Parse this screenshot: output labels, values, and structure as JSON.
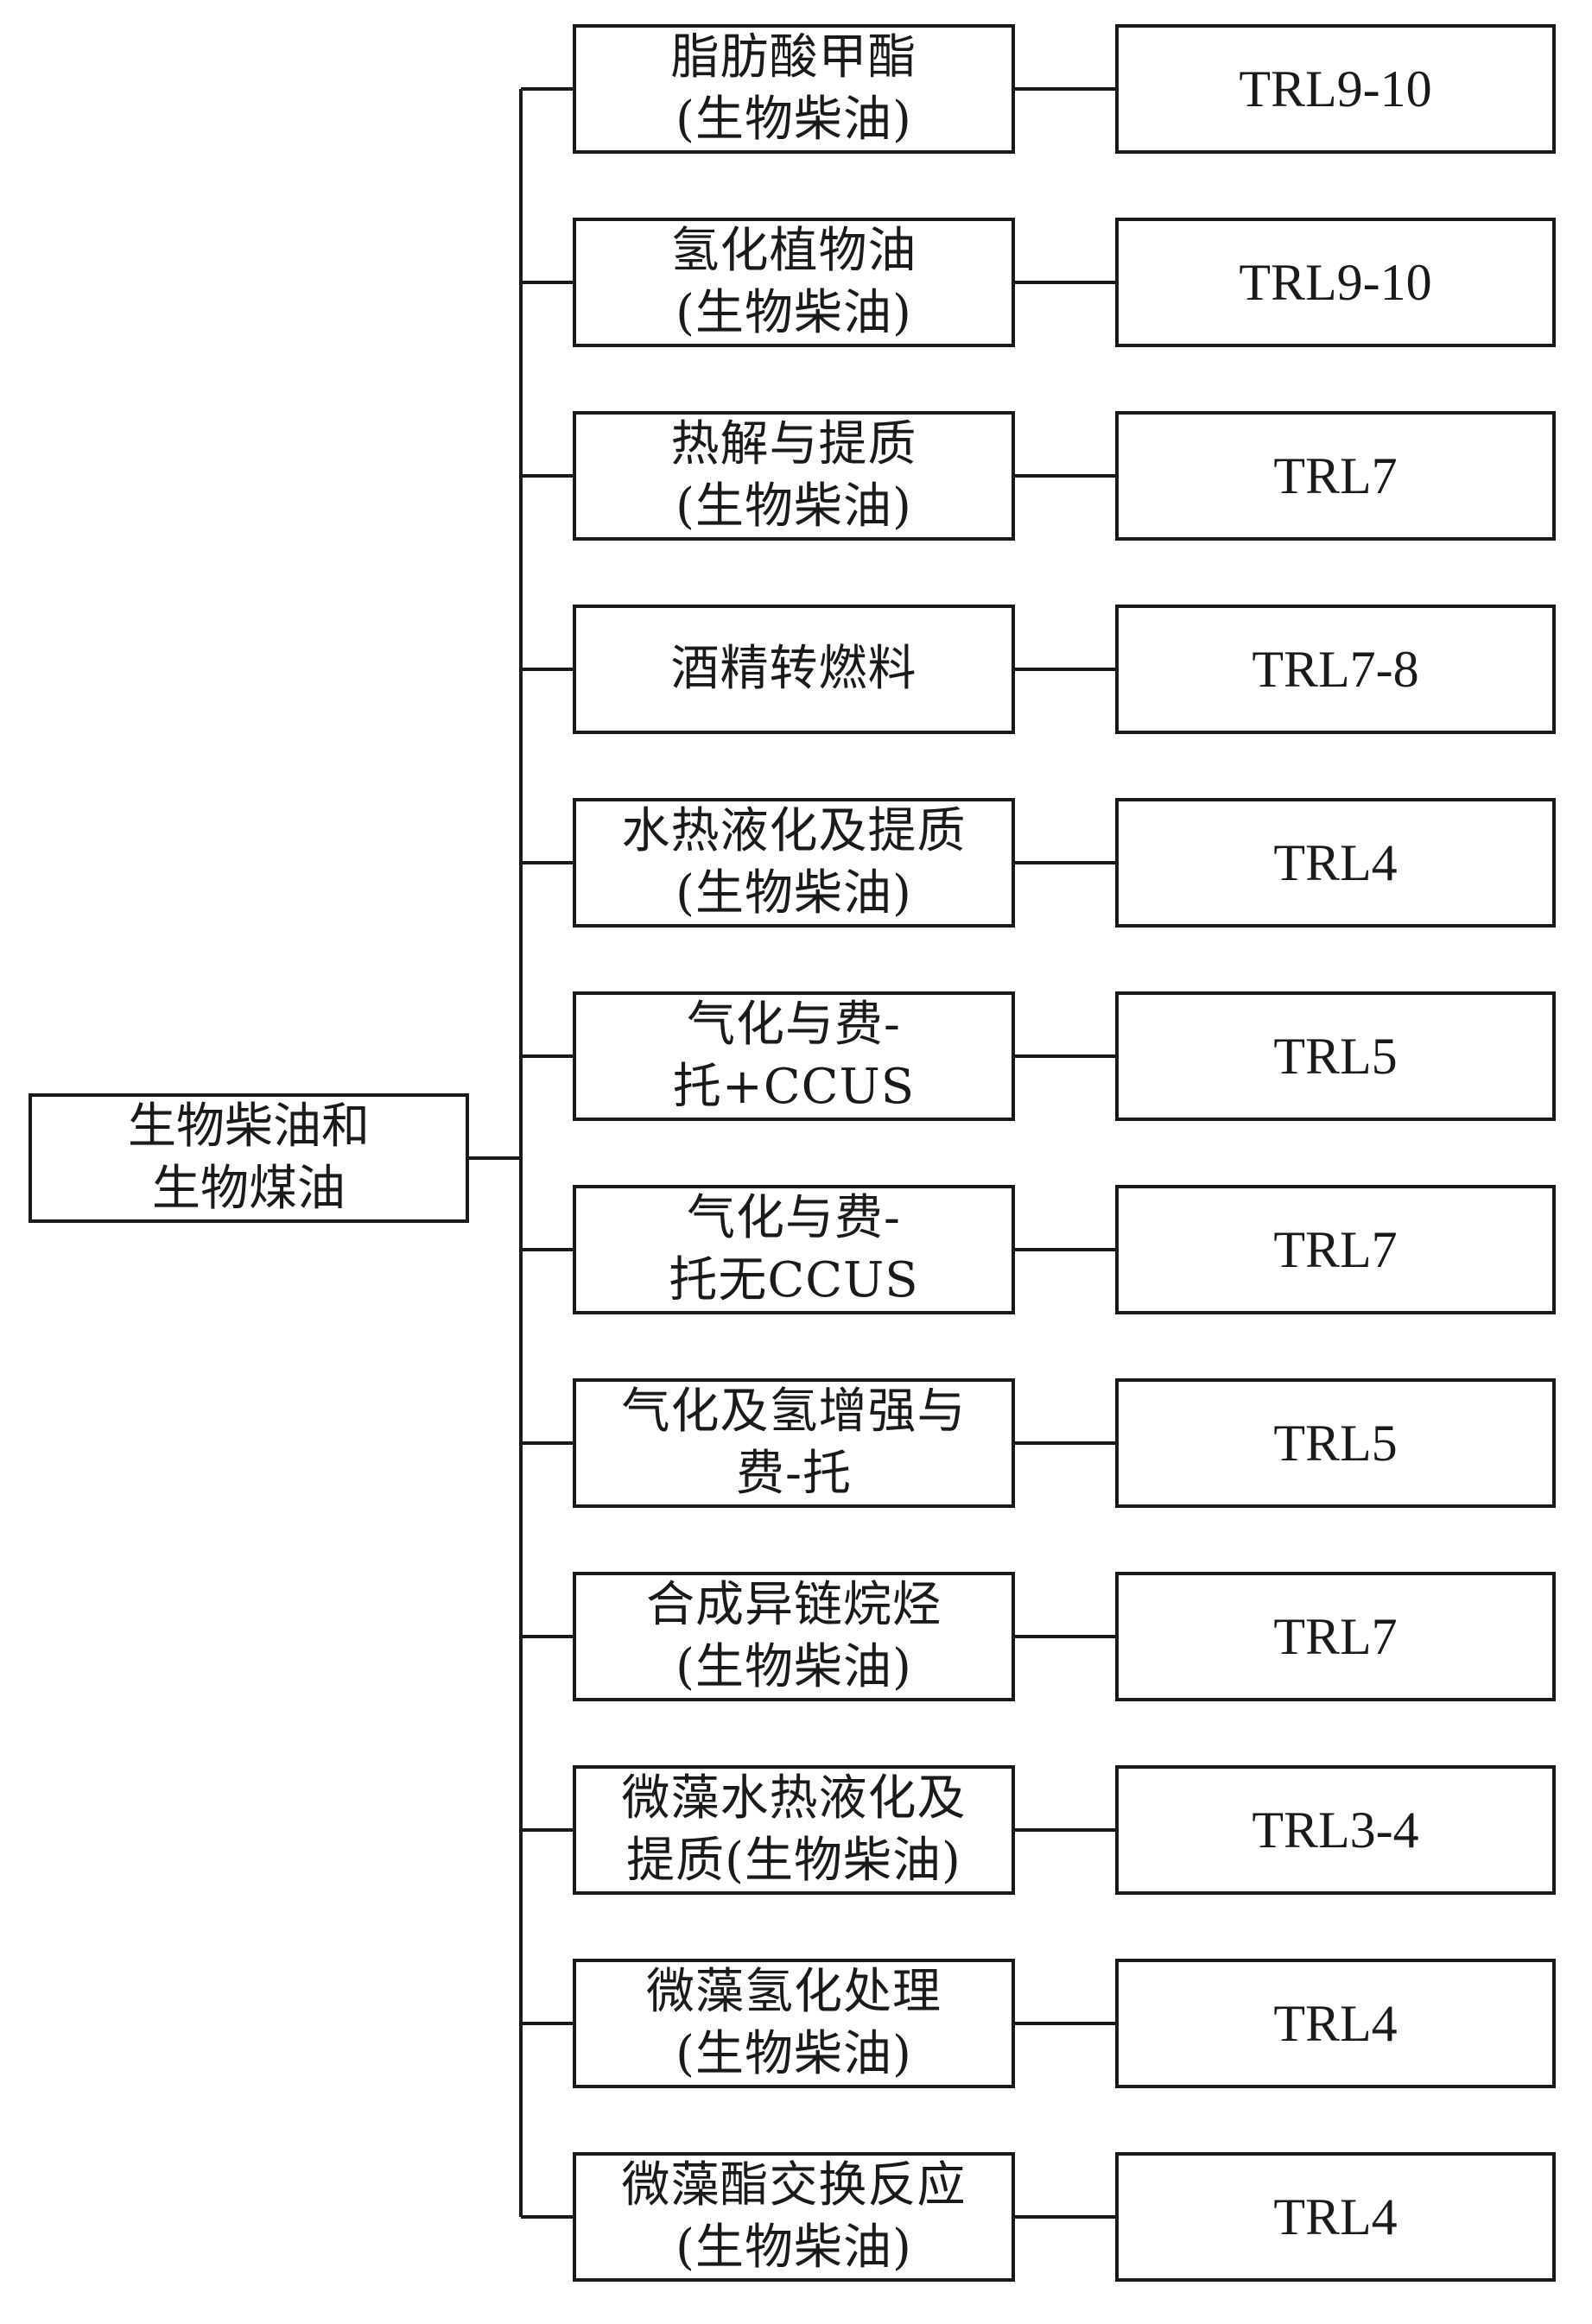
{
  "root": {
    "line1": "生物柴油和",
    "line2": "生物煤油"
  },
  "pathways": [
    {
      "line1": "脂肪酸甲酯",
      "line2": "(生物柴油)",
      "trl": "TRL9-10"
    },
    {
      "line1": "氢化植物油",
      "line2": "(生物柴油)",
      "trl": "TRL9-10"
    },
    {
      "line1": "热解与提质",
      "line2": "(生物柴油)",
      "trl": "TRL7"
    },
    {
      "line1": "酒精转燃料",
      "line2": "",
      "trl": "TRL7-8"
    },
    {
      "line1": "水热液化及提质",
      "line2": "(生物柴油)",
      "trl": "TRL4"
    },
    {
      "line1": "气化与费-",
      "line2": "托+CCUS",
      "trl": "TRL5"
    },
    {
      "line1": "气化与费-",
      "line2": "托无CCUS",
      "trl": "TRL7"
    },
    {
      "line1": "气化及氢增强与",
      "line2": "费-托",
      "trl": "TRL5"
    },
    {
      "line1": "合成异链烷烃",
      "line2": "(生物柴油)",
      "trl": "TRL7"
    },
    {
      "line1": "微藻水热液化及",
      "line2": "提质(生物柴油)",
      "trl": "TRL3-4"
    },
    {
      "line1": "微藻氢化处理",
      "line2": "(生物柴油)",
      "trl": "TRL4"
    },
    {
      "line1": "微藻酯交换反应",
      "line2": "(生物柴油)",
      "trl": "TRL4"
    }
  ]
}
